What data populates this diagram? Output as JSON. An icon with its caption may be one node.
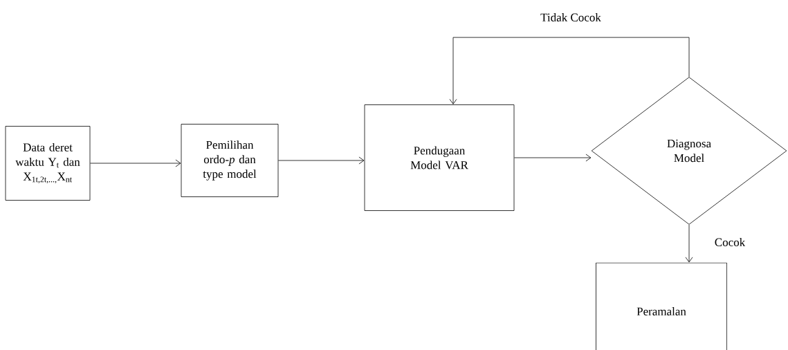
{
  "diagram": {
    "nodes": [
      {
        "text": [
          "Data deret waktu Y$_{t}$ dan X$_{1t,2t,...,}$X$_{nt}$"
        ]
      },
      {
        "text": [
          "Pemilihan ordo-*p* dan type model"
        ]
      },
      {
        "text": [
          "Pendugaan Model VAR"
        ]
      },
      {
        "text": [
          "Diagnosa Model"
        ]
      },
      {
        "text": [
          "Peramalan"
        ]
      }
    ],
    "edges": [
      {
        "from": 0,
        "to": 1,
        "arrow": "to"
      },
      {
        "from": 1,
        "to": 2,
        "arrow": "to"
      },
      {
        "from": 2,
        "to": 3,
        "arrow": "to"
      },
      {
        "from": 3,
        "to": 2,
        "arrow": "to",
        "label": "Tidak Cocok"
      },
      {
        "from": 3,
        "to": 4,
        "arrow": "to",
        "label": "Cocok"
      }
    ]
  }
}
